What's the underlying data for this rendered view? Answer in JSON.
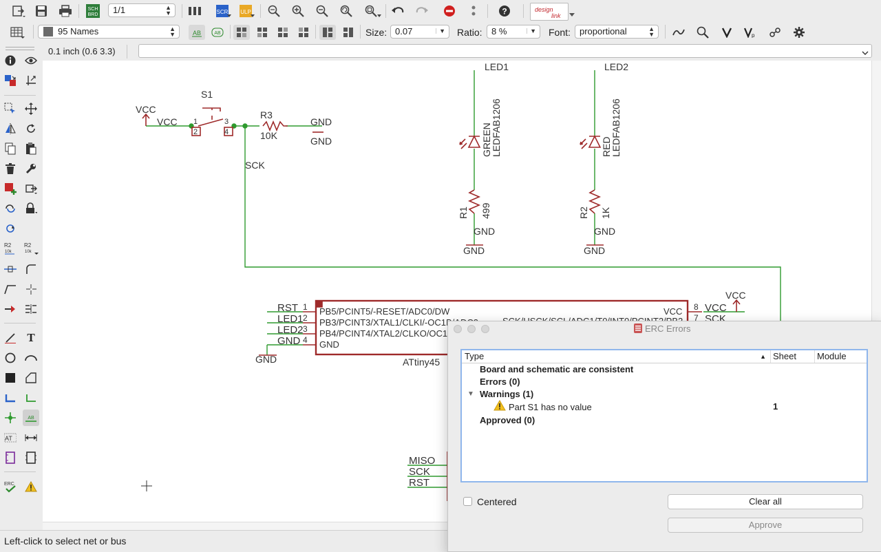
{
  "toolbar1": {
    "sheet_value": "1/1",
    "icons": [
      "open-icon",
      "save-icon",
      "print-icon",
      "sch-brd-icon",
      "sheet-select",
      "view-grid-icon",
      "script-icon",
      "ulp-icon",
      "zoom-fit-icon",
      "zoom-in-icon",
      "zoom-out-icon",
      "zoom-redraw-icon",
      "zoom-select-icon",
      "undo-icon",
      "redo-icon",
      "stop-icon",
      "more-icon",
      "help-icon",
      "design-link-icon"
    ],
    "sch_label": "SCH",
    "brd_label": "BRD",
    "scr_label": "SCR",
    "ulp_label": "ULP",
    "designlink_label1": "design",
    "designlink_label2": "link"
  },
  "toolbar2": {
    "layer_value": "95 Names",
    "layer_color": "#6b6b6b",
    "size_label": "Size:",
    "size_value": "0.07",
    "ratio_label": "Ratio:",
    "ratio_value": "8 %",
    "font_label": "Font:",
    "font_value": "proportional",
    "ab_label": "AB"
  },
  "coordbar": {
    "coordinates": "0.1 inch (0.6 3.3)",
    "command_value": ""
  },
  "sidebar": {
    "text_tool_label": "T",
    "erc_label": "ERC",
    "r2_label": "R2",
    "r2_value": "10k"
  },
  "schematic": {
    "wire_color": "#2e9a2e",
    "part_color": "#9e2a2a",
    "labels": {
      "s1": "S1",
      "vcc_sym": "VCC",
      "vcc_net": "VCC",
      "pin1": "1",
      "pin2": "2",
      "pin3": "3",
      "pin4": "4",
      "r3": "R3",
      "r3_val": "10K",
      "gnd_net": "GND",
      "gnd_sym": "GND",
      "sck_net": "SCK",
      "led1_net": "LED1",
      "led1_val": "GREEN",
      "led1_pkg": "LEDFAB1206",
      "r1": "R1",
      "r1_val": "499",
      "r1_gnd_net": "GND",
      "r1_gnd_sym": "GND",
      "led2_net": "LED2",
      "led2_val": "RED",
      "led2_pkg": "LEDFAB1206",
      "r2": "R2",
      "r2_val": "1K",
      "r2_gnd_net": "GND",
      "r2_gnd_sym": "GND",
      "ic_pin1": "PB5/PCINT5/-RESET/ADC0/DW",
      "ic_pin2": "PB3/PCINT3/XTAL1/CLKI/-OC1B/ADC3",
      "ic_pin3": "PB4/PCINT4/XTAL2/CLKO/OC1B/ADC2",
      "ic_pin4": "GND",
      "ic_vcc": "VCC",
      "ic_pin7": "SCK/USCK/SCL/ADC1/T0/INT0/PCINT2/PB2",
      "ic_name": "ATtiny45",
      "net_rst": "RST",
      "net_led1": "LED1",
      "net_led2": "LED2",
      "net_gnd": "GND",
      "n1": "1",
      "n2": "2",
      "n3": "3",
      "n4": "4",
      "gnd_bottom": "GND",
      "vcc_right_sym": "VCC",
      "vcc_right_net": "VCC",
      "sck_right": "SCK",
      "n8": "8",
      "n7": "7",
      "miso": "MISO",
      "sck_bottom": "SCK",
      "rst_bottom": "RST"
    }
  },
  "dialog": {
    "title": "ERC Errors",
    "columns": {
      "type": "Type",
      "sheet": "Sheet",
      "module": "Module"
    },
    "rows": {
      "consistent": "Board and schematic are consistent",
      "errors": "Errors (0)",
      "warnings": "Warnings (1)",
      "warning_item": "Part S1 has no value",
      "warning_sheet": "1",
      "approved": "Approved (0)"
    },
    "centered_label": "Centered",
    "clear_all": "Clear all",
    "approve": "Approve"
  },
  "statusbar": {
    "message": "Left-click to select net or bus"
  }
}
